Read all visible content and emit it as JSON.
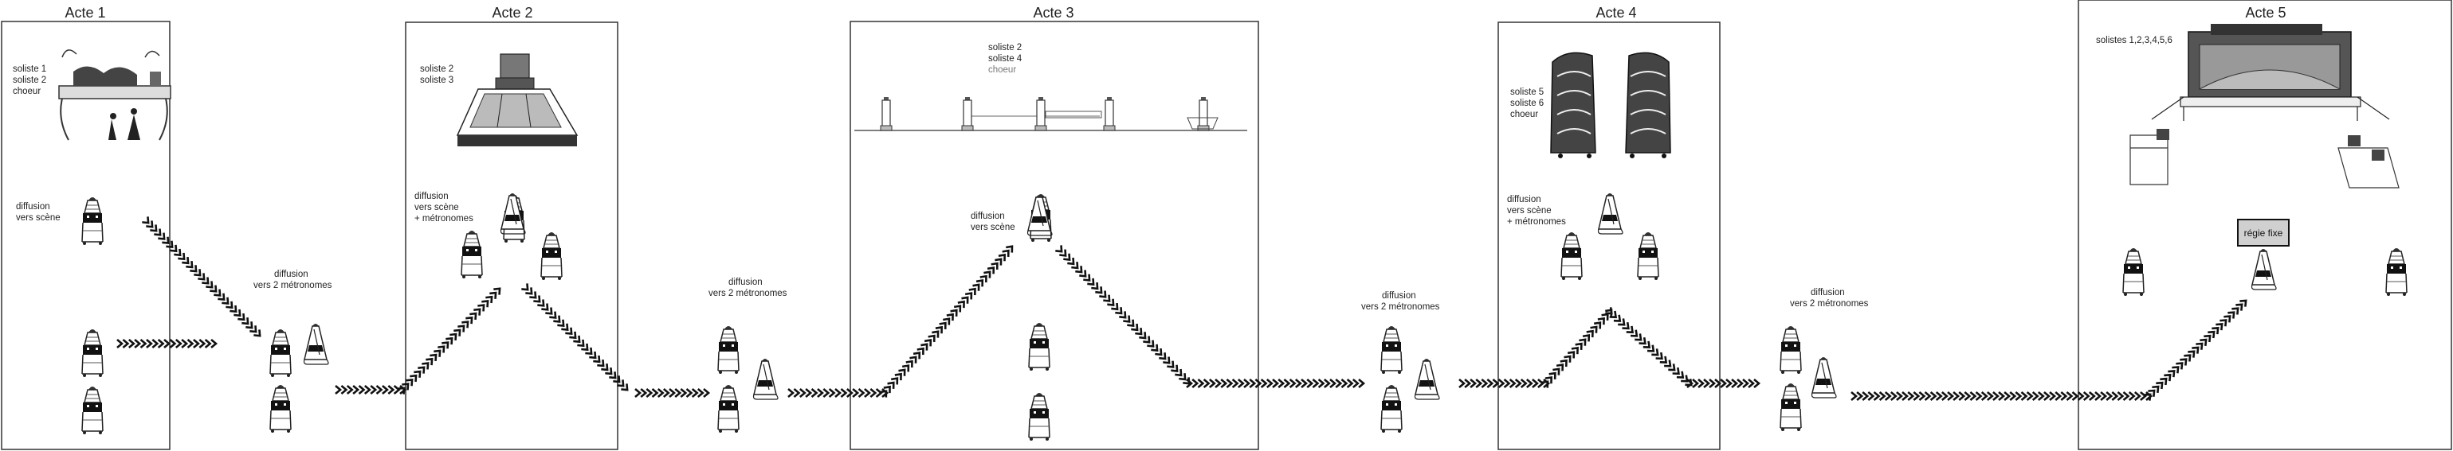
{
  "acts": [
    {
      "title": "Acte 1",
      "soloists": [
        "soliste 1",
        "soliste 2",
        "choeur"
      ]
    },
    {
      "title": "Acte 2",
      "soloists": [
        "soliste 2",
        "soliste 3"
      ]
    },
    {
      "title": "Acte 3",
      "soloists": [
        "soliste 2",
        "soliste 4",
        "choeur"
      ]
    },
    {
      "title": "Acte 4",
      "soloists": [
        "soliste 5",
        "soliste 6",
        "choeur"
      ]
    },
    {
      "title": "Acte 5",
      "soloists": [
        "solistes 1,2,3,4,5,6"
      ]
    }
  ],
  "diffusion": {
    "act1": [
      "diffusion",
      "vers scène"
    ],
    "inter12": [
      "diffusion",
      "vers 2 métronomes"
    ],
    "act2": [
      "diffusion",
      "vers scène",
      "+ métronomes"
    ],
    "inter23": [
      "diffusion",
      "vers 2 métronomes"
    ],
    "act3": [
      "diffusion",
      "vers scène"
    ],
    "inter34": [
      "diffusion",
      "vers 2 métronomes"
    ],
    "act4": [
      "diffusion",
      "vers scène",
      "+ métronomes"
    ],
    "inter45": [
      "diffusion",
      "vers 2 métronomes"
    ]
  },
  "regie": {
    "label": "régie fixe"
  }
}
